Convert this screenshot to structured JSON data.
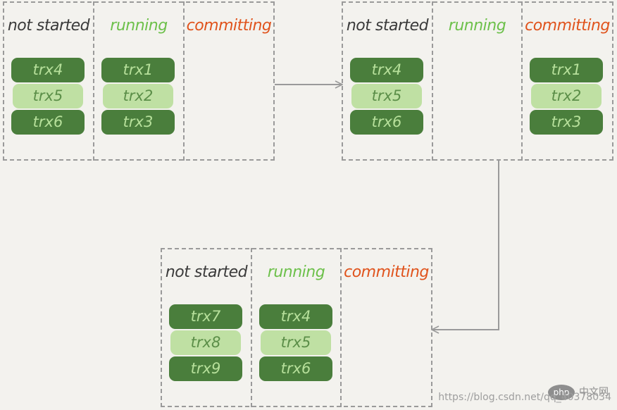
{
  "headers": {
    "not_started": "not started",
    "running": "running",
    "committing": "committing"
  },
  "panels": [
    {
      "not_started": [
        "trx4",
        "trx5",
        "trx6"
      ],
      "running": [
        "trx1",
        "trx2",
        "trx3"
      ],
      "committing": []
    },
    {
      "not_started": [
        "trx4",
        "trx5",
        "trx6"
      ],
      "running": [],
      "committing": [
        "trx1",
        "trx2",
        "trx3"
      ]
    },
    {
      "not_started": [
        "trx7",
        "trx8",
        "trx9"
      ],
      "running": [
        "trx4",
        "trx5",
        "trx6"
      ],
      "committing": []
    }
  ],
  "watermark": "https://blog.csdn.net/qq_40378034",
  "php_logo": "php",
  "php_cn": "中文网",
  "colors": {
    "not_started": "#3a3a3a",
    "running": "#6cc04a",
    "committing": "#e0531c",
    "block_dark": "#4a7e3c",
    "block_light": "#bfe0a3",
    "border": "#9a9a9a"
  }
}
